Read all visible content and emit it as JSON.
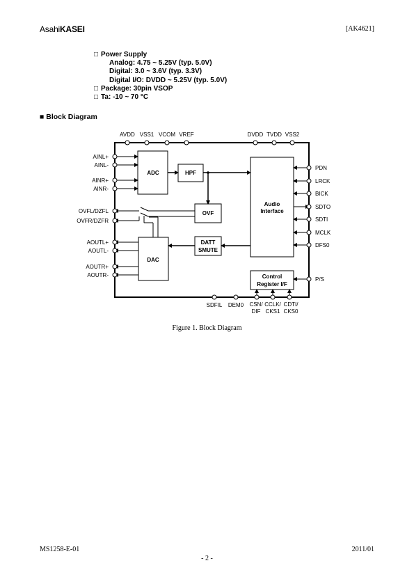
{
  "header": {
    "logo_prefix": "Asahi",
    "logo_brand": "KASEI",
    "doc_id": "[AK4621]"
  },
  "specs": {
    "power_supply": "Power Supply",
    "analog": "Analog: 4.75 ~ 5.25V (typ. 5.0V)",
    "digital": "Digital: 3.0 ~ 3.6V (typ. 3.3V)",
    "digital_io": "Digital I/O: DVDD ~ 5.25V (typ. 5.0V)",
    "package": "Package: 30pin VSOP",
    "ta": "Ta: -10 ~ 70 °C"
  },
  "section_title": "Block Diagram",
  "diagram": {
    "blocks": {
      "adc": "ADC",
      "hpf": "HPF",
      "ovf": "OVF",
      "audio_1": "Audio",
      "audio_2": "Interface",
      "datt_1": "DATT",
      "datt_2": "SMUTE",
      "dac": "DAC",
      "ctrl_1": "Control",
      "ctrl_2": "Register I/F"
    },
    "top_pins": [
      "AVDD",
      "VSS1",
      "VCOM",
      "VREF",
      "DVDD",
      "TVDD",
      "VSS2"
    ],
    "left_inputs": [
      "AINL+",
      "AINL-",
      "AINR+",
      "AINR-"
    ],
    "left_flags": [
      "OVFL/DZFL",
      "OVFR/DZFR"
    ],
    "left_outputs": [
      "AOUTL+",
      "AOUTL-",
      "AOUTR+",
      "AOUTR-"
    ],
    "right_pins": [
      "PDN",
      "LRCK",
      "BICK",
      "SDTO",
      "SDTI",
      "MCLK",
      "DFS0",
      "P/S"
    ],
    "bottom_pins": {
      "sdfil": "SDFIL",
      "dem0": "DEM0",
      "csn_1": "CSN/",
      "csn_2": "DIF",
      "cclk_1": "CCLK/",
      "cclk_2": "CKS1",
      "cdti_1": "CDTI/",
      "cdti_2": "CKS0"
    }
  },
  "caption": "Figure 1. Block Diagram",
  "footer": {
    "doc_number": "MS1258-E-01",
    "page": "- 2 -",
    "date": "2011/01"
  }
}
